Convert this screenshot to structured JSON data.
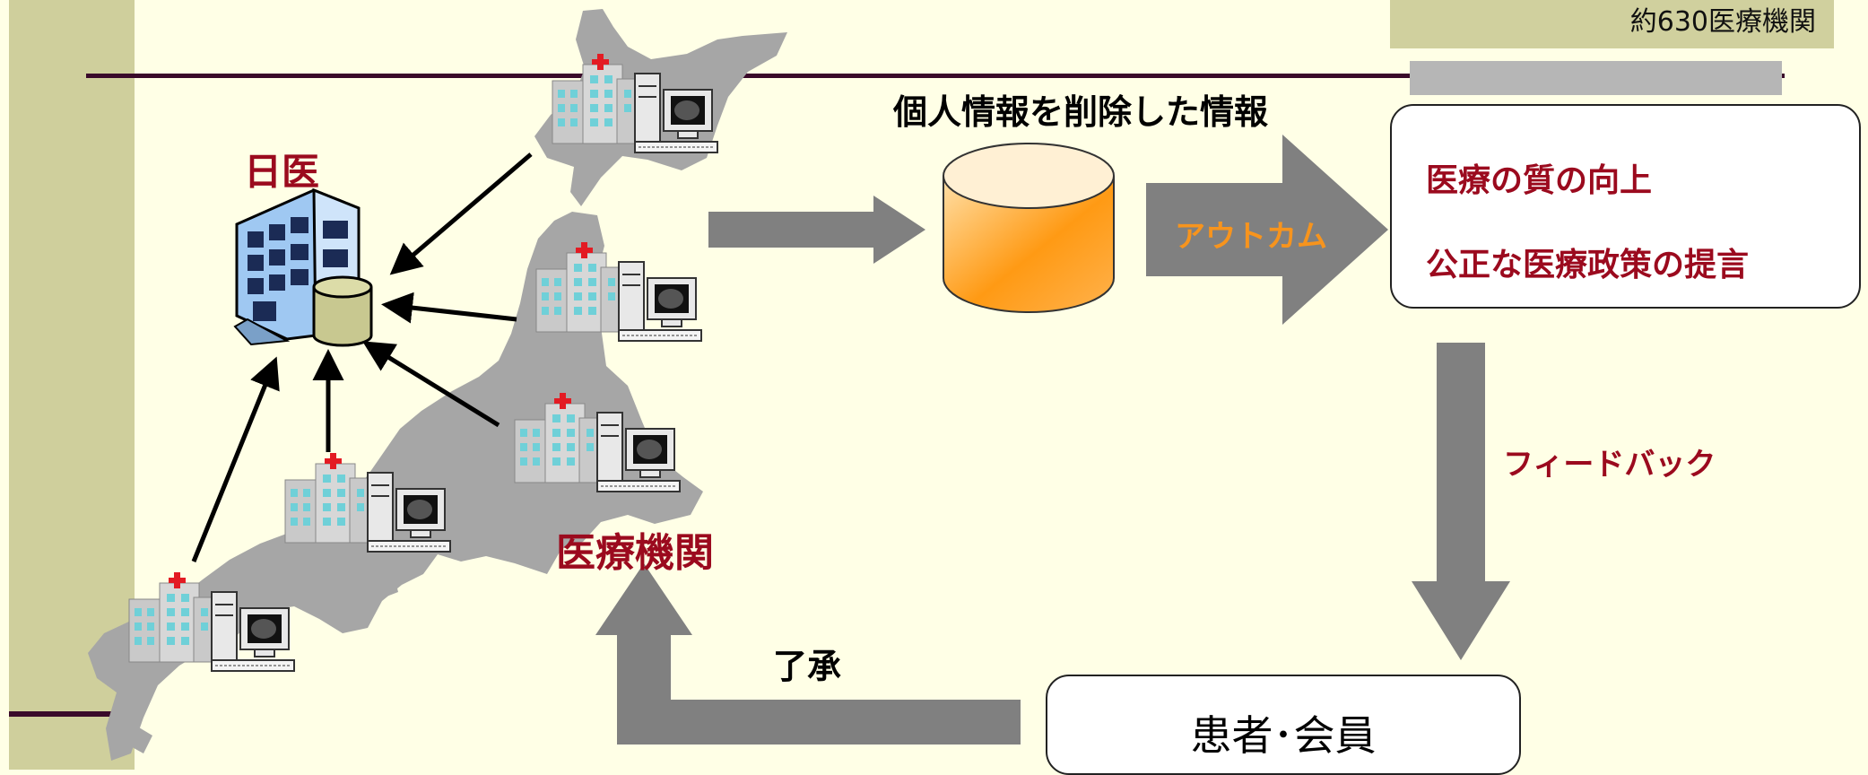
{
  "header": {
    "facility_count": "約630医療機関"
  },
  "nodes": {
    "nichii": "日医",
    "medical_institutions": "医療機関",
    "deidentified_data": "個人情報を削除した情報",
    "outcome": "アウトカム",
    "goals": [
      "医療の質の向上",
      "公正な医療政策の提言"
    ],
    "feedback": "フィードバック",
    "patients_members": "患者･会員",
    "consent": "了承"
  },
  "colors": {
    "background": "#ffffe6",
    "sidebar": "#cfcf9c",
    "rule": "#3a0a2a",
    "dark_red": "#9b0a1e",
    "orange": "#f7941d",
    "arrow_gray": "#808080",
    "map_gray": "#a6a6a6"
  },
  "icons": [
    "hospital-computer-icon",
    "hq-building-icon",
    "database-icon",
    "japan-map"
  ]
}
